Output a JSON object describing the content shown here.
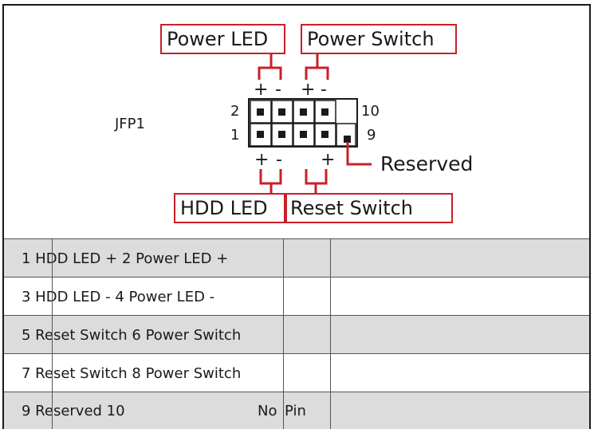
{
  "header": {
    "connector_name": "JFP1",
    "label_power_led": "Power LED",
    "label_power_switch": "Power Switch",
    "label_hdd_led": "HDD LED",
    "label_reset_switch": "Reset Switch",
    "label_reserved": "Reserved"
  },
  "pin_numbers": {
    "top_left": "2",
    "bottom_left": "1",
    "top_right": "10",
    "bottom_right": "9"
  },
  "polarity": {
    "plus": "+",
    "minus": "-"
  },
  "table": {
    "rows": [
      {
        "text": "1 HDD LED + 2 Power LED +",
        "pin_extra": ""
      },
      {
        "text": "3 HDD LED - 4 Power LED -",
        "pin_extra": ""
      },
      {
        "text": "5 Reset Switch 6 Power Switch",
        "pin_extra": ""
      },
      {
        "text": "7 Reset Switch 8 Power Switch",
        "pin_extra": ""
      },
      {
        "text": "9 Reserved 10",
        "no_label": "No",
        "pin_label": "Pin"
      }
    ]
  },
  "colors": {
    "accent": "#c8202a",
    "shade": "#dcdcdc",
    "ink": "#1a1a1a"
  }
}
